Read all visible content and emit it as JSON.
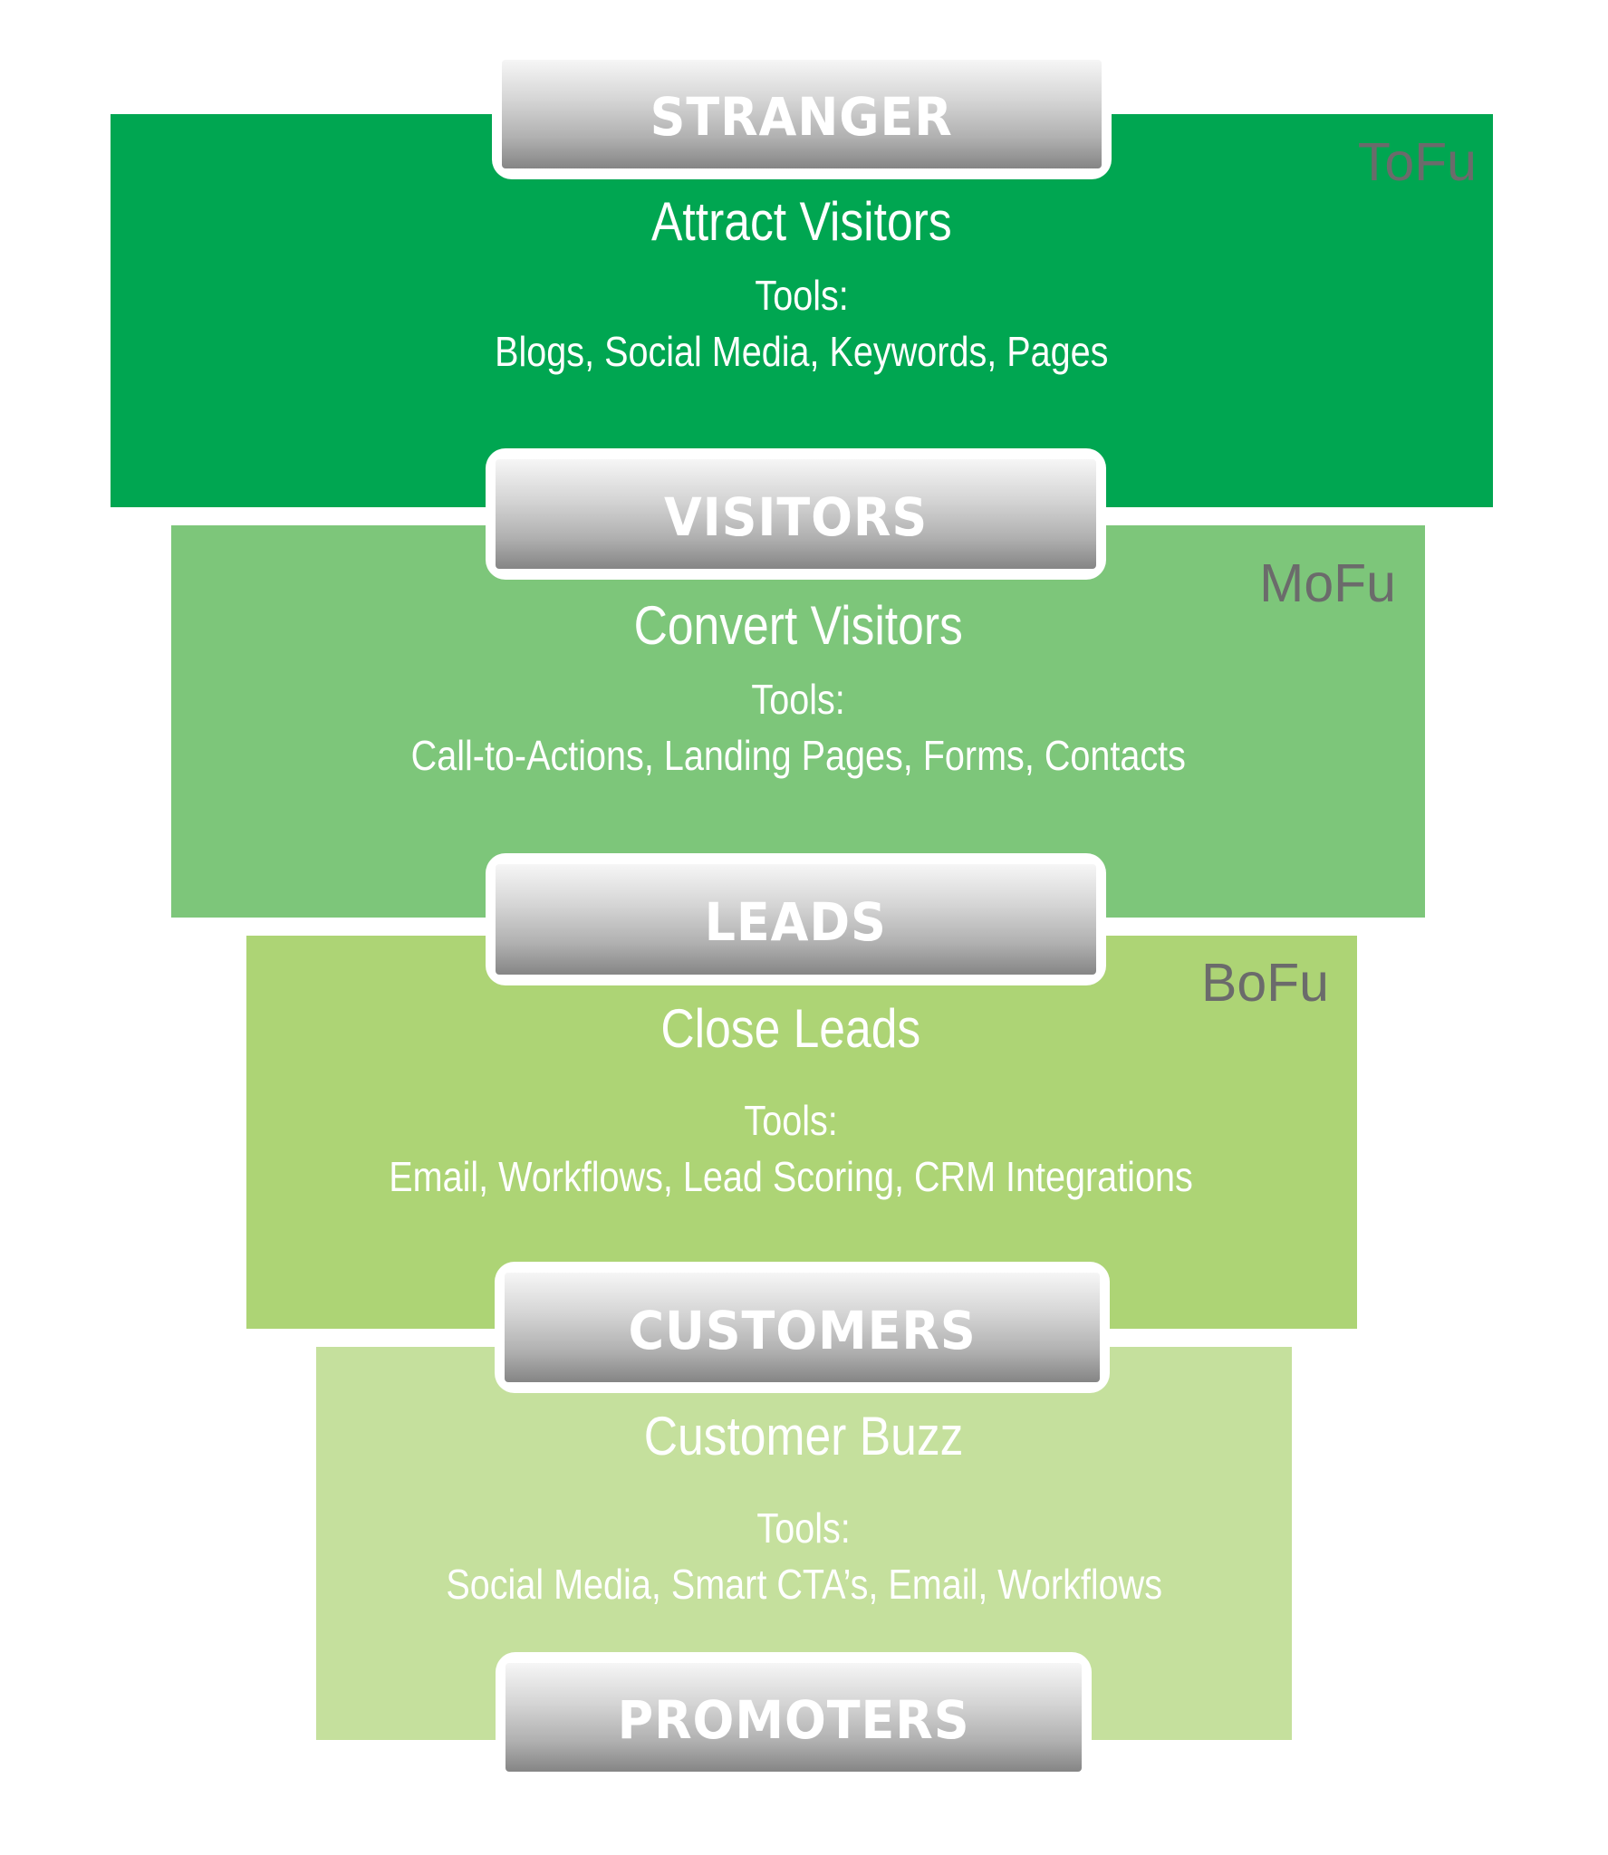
{
  "colors": {
    "stage_1": "#00A651",
    "stage_2": "#7DC67A",
    "stage_3": "#ADD475",
    "stage_4": "#C5E09D",
    "text": "#FFFFFF",
    "funnel_tag": "#6B6B6B"
  },
  "labels": [
    {
      "text": "STRANGER"
    },
    {
      "text": "VISITORS"
    },
    {
      "text": "LEADS"
    },
    {
      "text": "CUSTOMERS"
    },
    {
      "text": "PROMOTERS"
    }
  ],
  "stages": [
    {
      "heading": "Attract Visitors",
      "tools_label": "Tools:",
      "tools": "Blogs, Social Media, Keywords, Pages",
      "tag": "ToFu"
    },
    {
      "heading": "Convert Visitors",
      "tools_label": "Tools:",
      "tools": "Call-to-Actions, Landing Pages, Forms, Contacts",
      "tag": "MoFu"
    },
    {
      "heading": "Close Leads",
      "tools_label": "Tools:",
      "tools": "Email, Workflows, Lead Scoring, CRM Integrations",
      "tag": "BoFu"
    },
    {
      "heading": "Customer Buzz",
      "tools_label": "Tools:",
      "tools": "Social Media, Smart CTA’s, Email, Workflows",
      "tag": ""
    }
  ]
}
